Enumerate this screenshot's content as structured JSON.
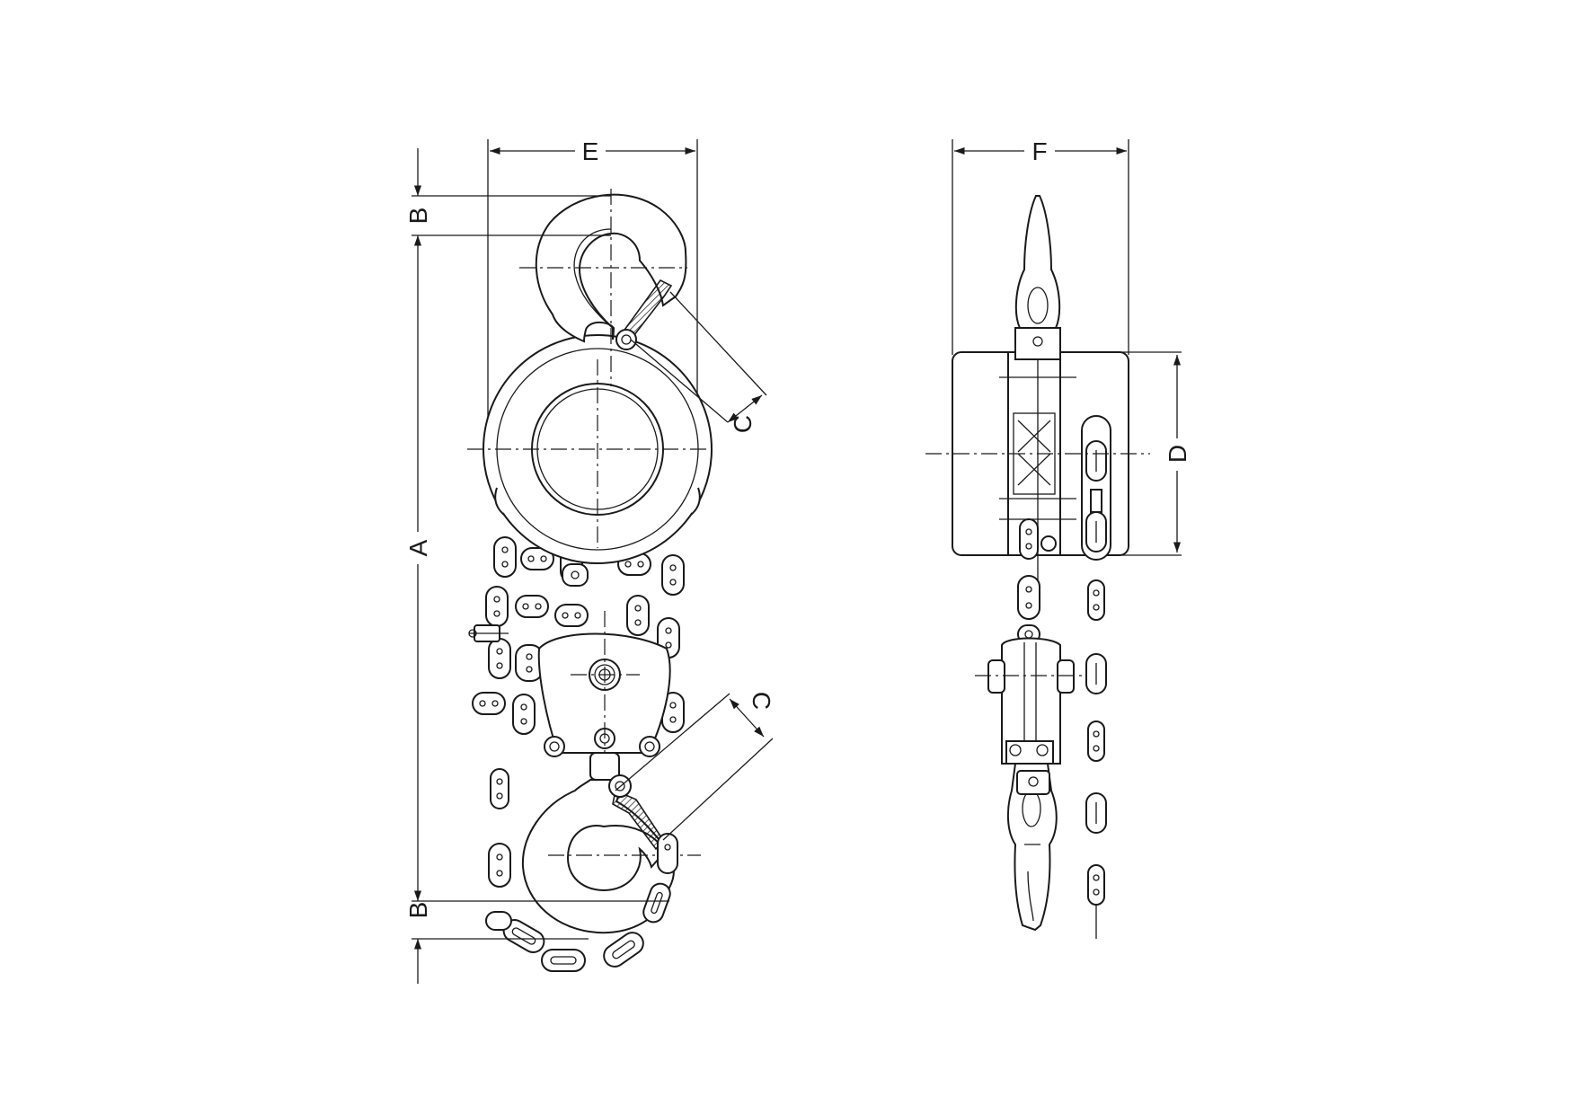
{
  "dimensions": {
    "a": "A",
    "b_top": "B",
    "b_bottom": "B",
    "c_top": "C",
    "c_bottom": "C",
    "d": "D",
    "e": "E",
    "f": "F"
  },
  "colors": {
    "line": "#1a1a1a",
    "background": "#ffffff"
  }
}
